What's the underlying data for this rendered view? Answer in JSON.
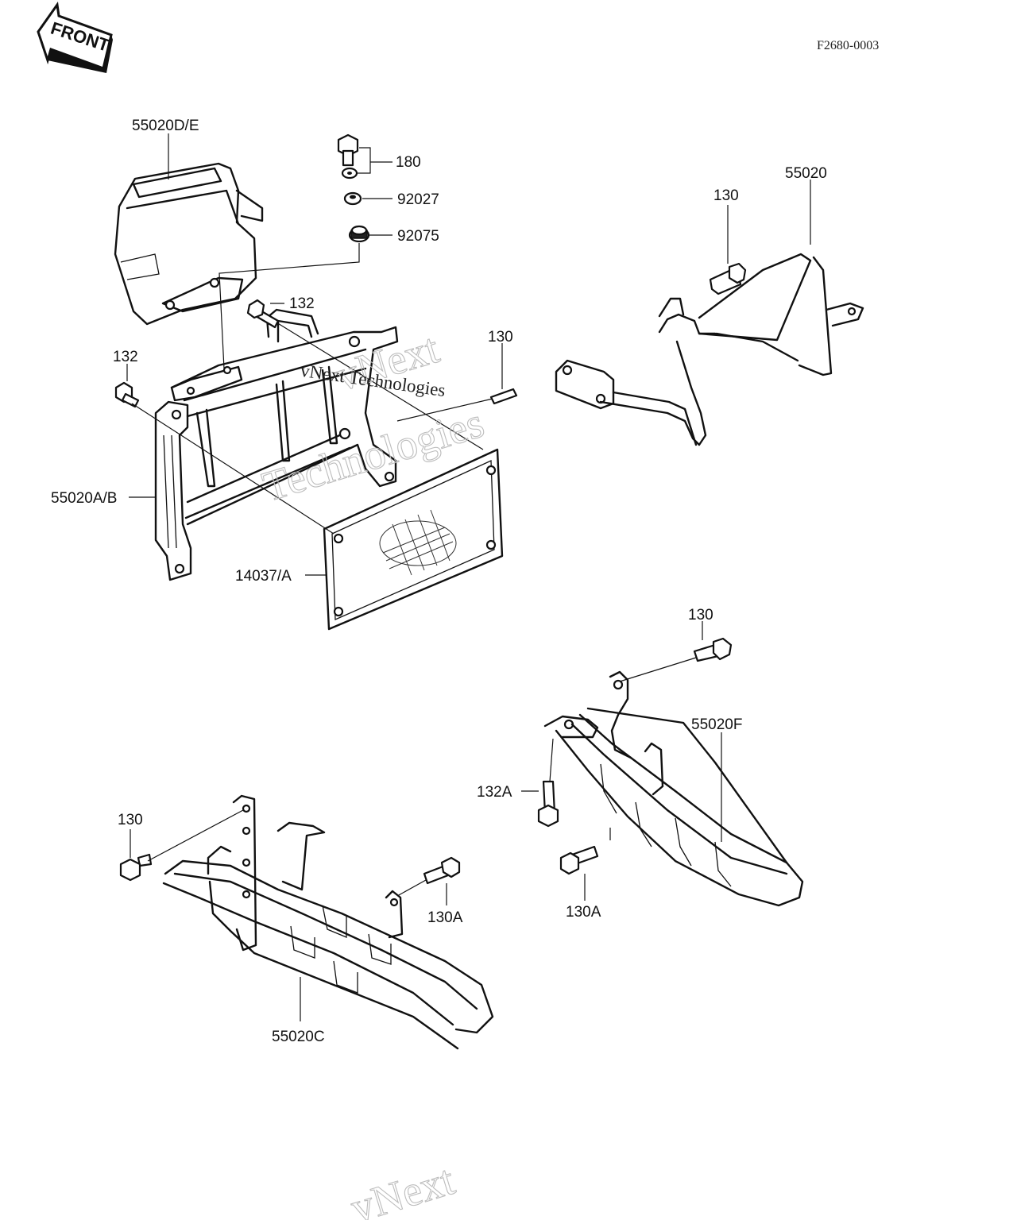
{
  "header": {
    "front_label": "FRONT",
    "code": "F2680-0003"
  },
  "callouts": {
    "p55020DE": "55020D/E",
    "p180": "180",
    "p92027": "92027",
    "p92075": "92075",
    "p55020": "55020",
    "p130_top": "130",
    "p132_mid": "132",
    "p132_left": "132",
    "p130_mid": "130",
    "p55020AB": "55020A/B",
    "p14037A": "14037/A",
    "p130_right": "130",
    "p55020F": "55020F",
    "p132A": "132A",
    "p130A_right": "130A",
    "p130_left": "130",
    "p130A_left": "130A",
    "p55020C": "55020C"
  },
  "watermark": {
    "line1": "vNext",
    "line2": "Technologies",
    "small": "vNext Technologies",
    "bottom": "vNext"
  }
}
